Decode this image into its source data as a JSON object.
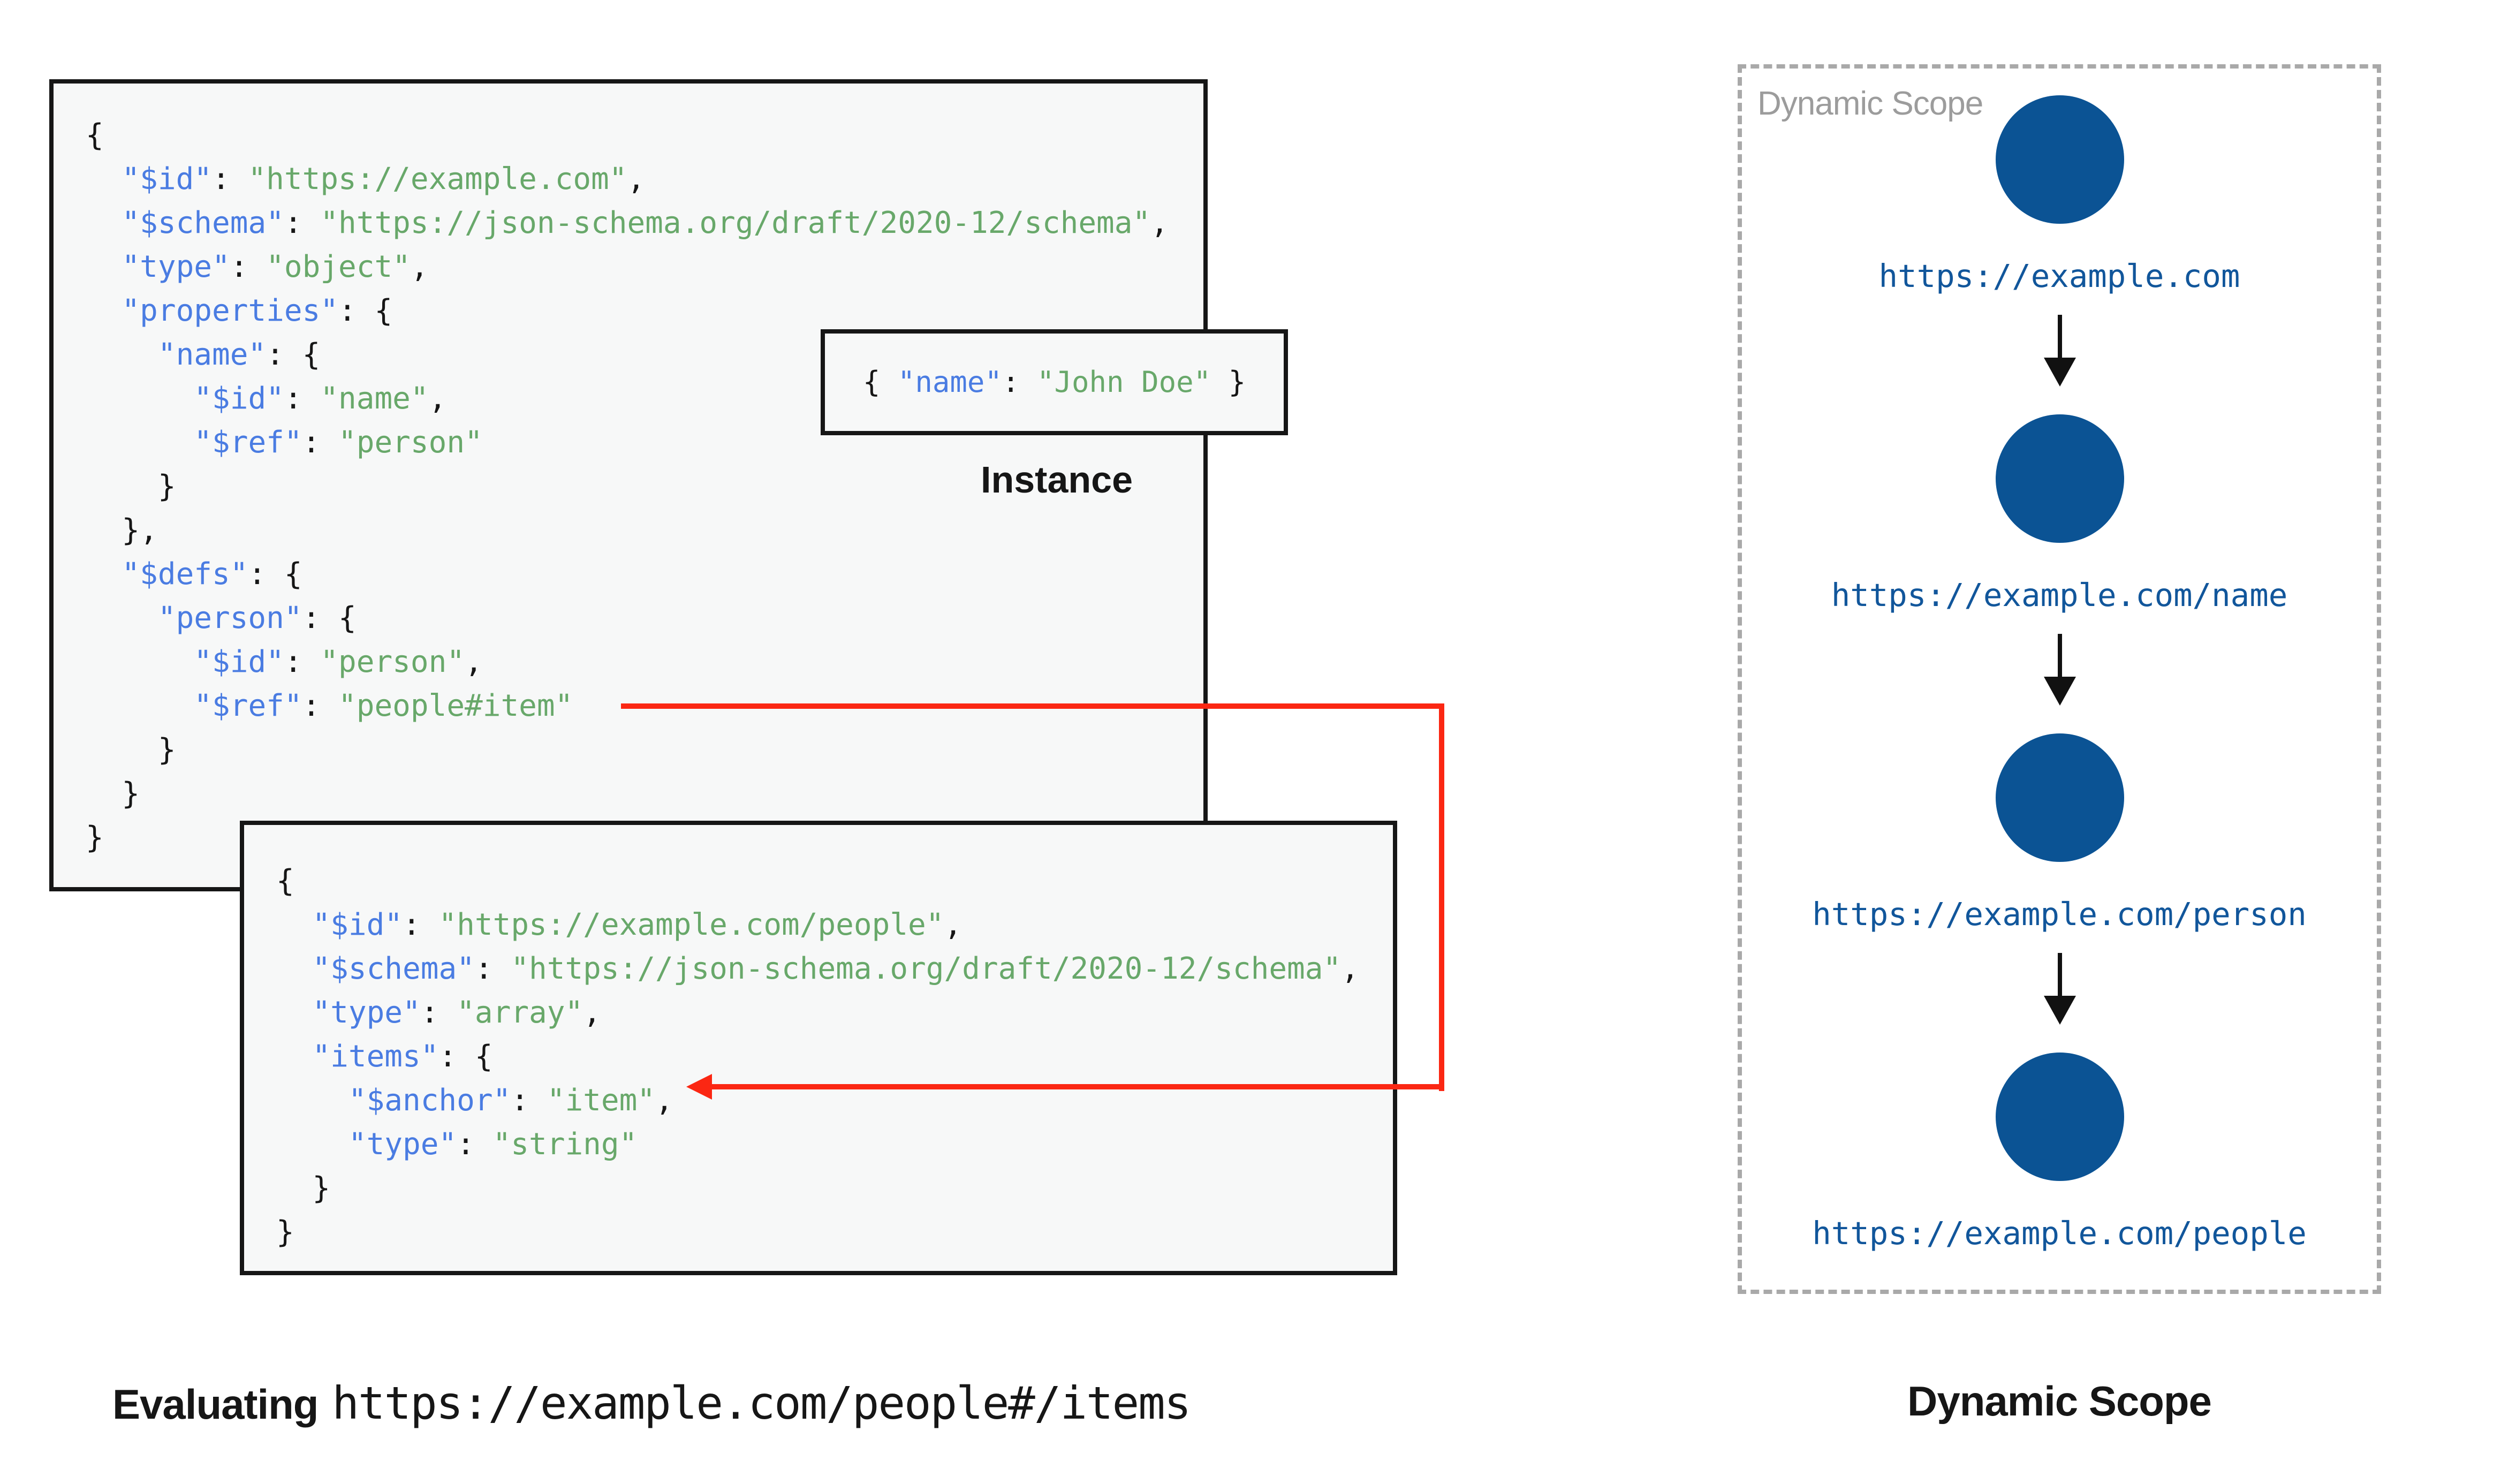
{
  "colors": {
    "key": "#4a7ce2",
    "string": "#68a86a",
    "punct": "#161616",
    "red": "#fb2713",
    "circle": "#0b5394",
    "url": "#11569b",
    "box_bg": "#f7f8f8",
    "box_border": "#161616",
    "dash": "#a9a9a9",
    "gray_label": "#9c9c9c"
  },
  "code": {
    "schema_a": {
      "lines": [
        [
          [
            "p",
            "{"
          ]
        ],
        [
          [
            "p",
            "  "
          ],
          [
            "k",
            "\"$id\""
          ],
          [
            "p",
            ": "
          ],
          [
            "s",
            "\"https://example.com\""
          ],
          [
            "p",
            ","
          ]
        ],
        [
          [
            "p",
            "  "
          ],
          [
            "k",
            "\"$schema\""
          ],
          [
            "p",
            ": "
          ],
          [
            "s",
            "\"https://json-schema.org/draft/2020-12/schema\""
          ],
          [
            "p",
            ","
          ]
        ],
        [
          [
            "p",
            "  "
          ],
          [
            "k",
            "\"type\""
          ],
          [
            "p",
            ": "
          ],
          [
            "s",
            "\"object\""
          ],
          [
            "p",
            ","
          ]
        ],
        [
          [
            "p",
            "  "
          ],
          [
            "k",
            "\"properties\""
          ],
          [
            "p",
            ": {"
          ]
        ],
        [
          [
            "p",
            "    "
          ],
          [
            "k",
            "\"name\""
          ],
          [
            "p",
            ": {"
          ]
        ],
        [
          [
            "p",
            "      "
          ],
          [
            "k",
            "\"$id\""
          ],
          [
            "p",
            ": "
          ],
          [
            "s",
            "\"name\""
          ],
          [
            "p",
            ","
          ]
        ],
        [
          [
            "p",
            "      "
          ],
          [
            "k",
            "\"$ref\""
          ],
          [
            "p",
            ": "
          ],
          [
            "s",
            "\"person\""
          ]
        ],
        [
          [
            "p",
            "    }"
          ]
        ],
        [
          [
            "p",
            "  },"
          ]
        ],
        [
          [
            "p",
            "  "
          ],
          [
            "k",
            "\"$defs\""
          ],
          [
            "p",
            ": {"
          ]
        ],
        [
          [
            "p",
            "    "
          ],
          [
            "k",
            "\"person\""
          ],
          [
            "p",
            ": {"
          ]
        ],
        [
          [
            "p",
            "      "
          ],
          [
            "k",
            "\"$id\""
          ],
          [
            "p",
            ": "
          ],
          [
            "s",
            "\"person\""
          ],
          [
            "p",
            ","
          ]
        ],
        [
          [
            "p",
            "      "
          ],
          [
            "k",
            "\"$ref\""
          ],
          [
            "p",
            ": "
          ],
          [
            "s",
            "\"people#item\""
          ]
        ],
        [
          [
            "p",
            "    }"
          ]
        ],
        [
          [
            "p",
            "  }"
          ]
        ],
        [
          [
            "p",
            "}"
          ]
        ]
      ]
    },
    "schema_b": {
      "lines": [
        [
          [
            "p",
            "{"
          ]
        ],
        [
          [
            "p",
            "  "
          ],
          [
            "k",
            "\"$id\""
          ],
          [
            "p",
            ": "
          ],
          [
            "s",
            "\"https://example.com/people\""
          ],
          [
            "p",
            ","
          ]
        ],
        [
          [
            "p",
            "  "
          ],
          [
            "k",
            "\"$schema\""
          ],
          [
            "p",
            ": "
          ],
          [
            "s",
            "\"https://json-schema.org/draft/2020-12/schema\""
          ],
          [
            "p",
            ","
          ]
        ],
        [
          [
            "p",
            "  "
          ],
          [
            "k",
            "\"type\""
          ],
          [
            "p",
            ": "
          ],
          [
            "s",
            "\"array\""
          ],
          [
            "p",
            ","
          ]
        ],
        [
          [
            "p",
            "  "
          ],
          [
            "k",
            "\"items\""
          ],
          [
            "p",
            ": {"
          ]
        ],
        [
          [
            "p",
            "    "
          ],
          [
            "k",
            "\"$anchor\""
          ],
          [
            "p",
            ": "
          ],
          [
            "s",
            "\"item\""
          ],
          [
            "p",
            ","
          ]
        ],
        [
          [
            "p",
            "    "
          ],
          [
            "k",
            "\"type\""
          ],
          [
            "p",
            ": "
          ],
          [
            "s",
            "\"string\""
          ]
        ],
        [
          [
            "p",
            "  }"
          ]
        ],
        [
          [
            "p",
            "}"
          ]
        ]
      ]
    },
    "instance": {
      "lines": [
        [
          [
            "p",
            "{ "
          ],
          [
            "k",
            "\"name\""
          ],
          [
            "p",
            ": "
          ],
          [
            "s",
            "\"John Doe\""
          ],
          [
            "p",
            " }"
          ]
        ]
      ]
    }
  },
  "labels": {
    "instance_caption": "Instance",
    "evaluating": "Evaluating",
    "evaluating_uri": "https://example.com/people#/items",
    "scope_title": "Dynamic Scope",
    "scope_caption": "Dynamic Scope"
  },
  "dynamic_scope": {
    "nodes": [
      {
        "url": "https://example.com"
      },
      {
        "url": "https://example.com/name"
      },
      {
        "url": "https://example.com/person"
      },
      {
        "url": "https://example.com/people"
      }
    ]
  }
}
